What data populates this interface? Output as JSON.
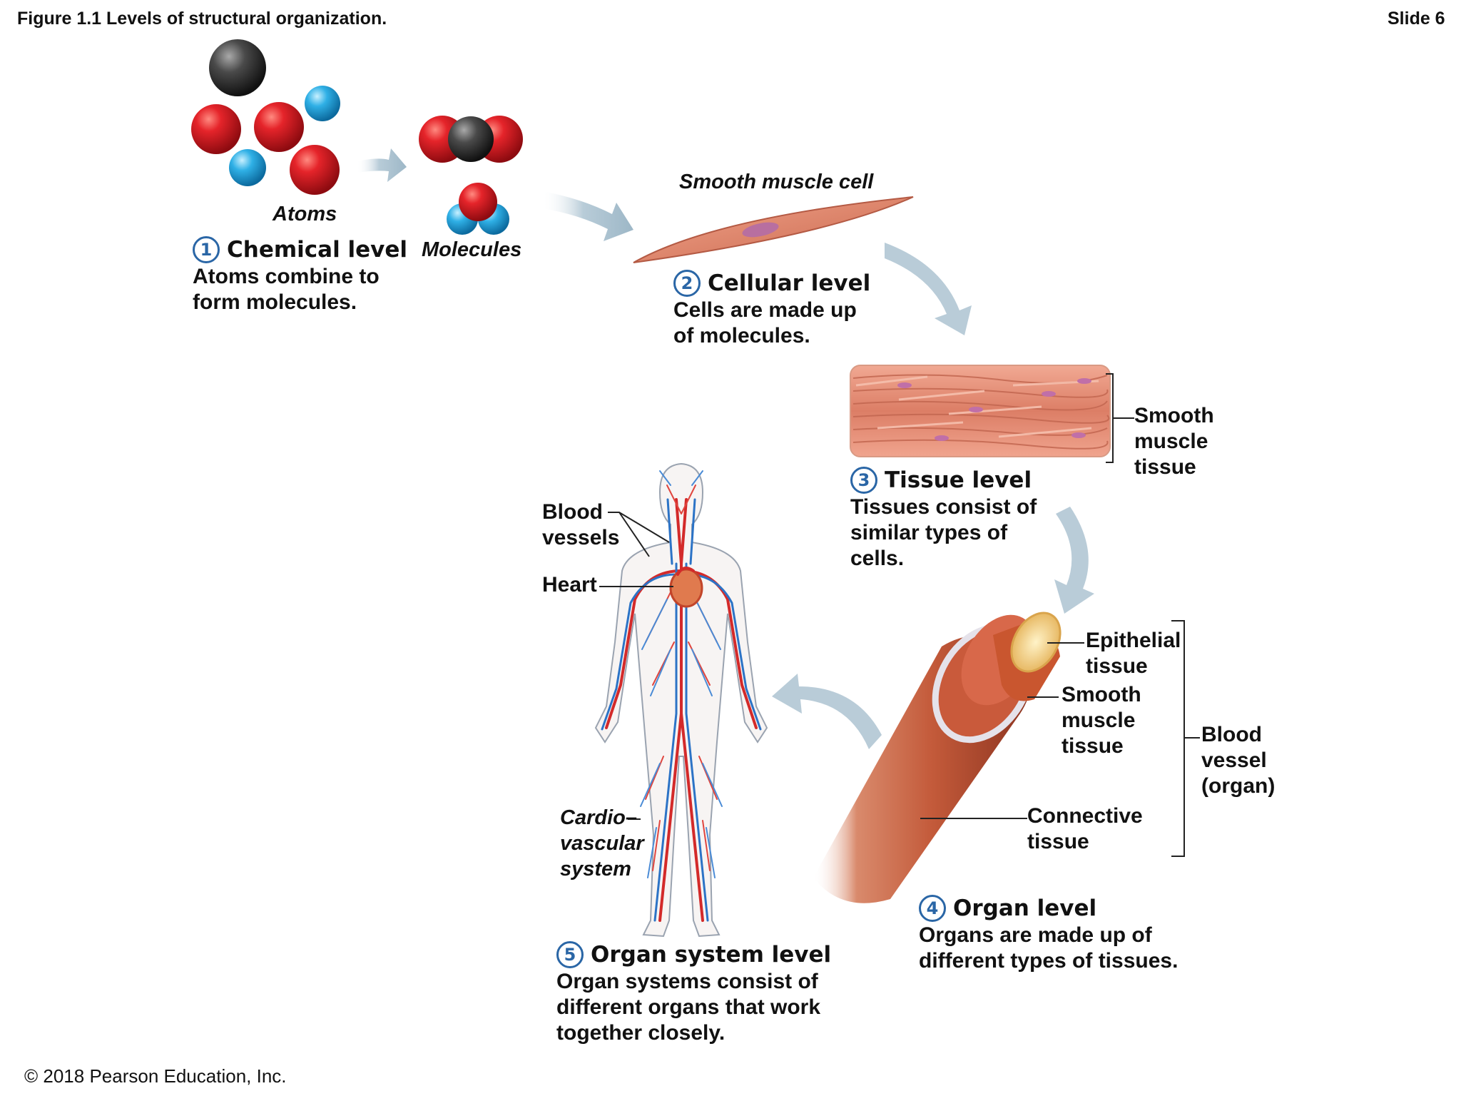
{
  "header": {
    "figure_title": "Figure 1.1 Levels of structural organization.",
    "slide_label": "Slide 6"
  },
  "footer": {
    "copyright": "© 2018 Pearson Education, Inc."
  },
  "labels": {
    "atoms": "Atoms",
    "molecules": "Molecules",
    "smooth_muscle_cell": "Smooth muscle cell",
    "smooth_muscle_tissue_bracket": "Smooth\nmuscle\ntissue",
    "blood_vessels": "Blood\nvessels",
    "heart": "Heart",
    "cardiovascular_system": "Cardio–\nvascular\nsystem",
    "epithelial_tissue": "Epithelial\ntissue",
    "organ_smooth_muscle_tissue": "Smooth\nmuscle\ntissue",
    "connective_tissue": "Connective\ntissue",
    "blood_vessel_organ": "Blood\nvessel\n(organ)"
  },
  "levels": [
    {
      "number": "1",
      "title": "Chemical level",
      "description": "Atoms combine to\nform molecules."
    },
    {
      "number": "2",
      "title": "Cellular level",
      "description": "Cells are made up\nof molecules."
    },
    {
      "number": "3",
      "title": "Tissue level",
      "description": "Tissues consist of\nsimilar types of\ncells."
    },
    {
      "number": "4",
      "title": "Organ level",
      "description": "Organs are made up of\ndifferent types of tissues."
    },
    {
      "number": "5",
      "title": "Organ system level",
      "description": "Organ systems consist of\ndifferent organs that work\ntogether closely."
    }
  ],
  "colors": {
    "carbon": "#3a3a3a",
    "oxygen": "#d8141c",
    "hydrogen": "#2aa8e0",
    "muscle": "#d9826a",
    "vessel": "#b94a2c",
    "arrow": "#a9c1cf",
    "accent": "#2a66a6"
  }
}
